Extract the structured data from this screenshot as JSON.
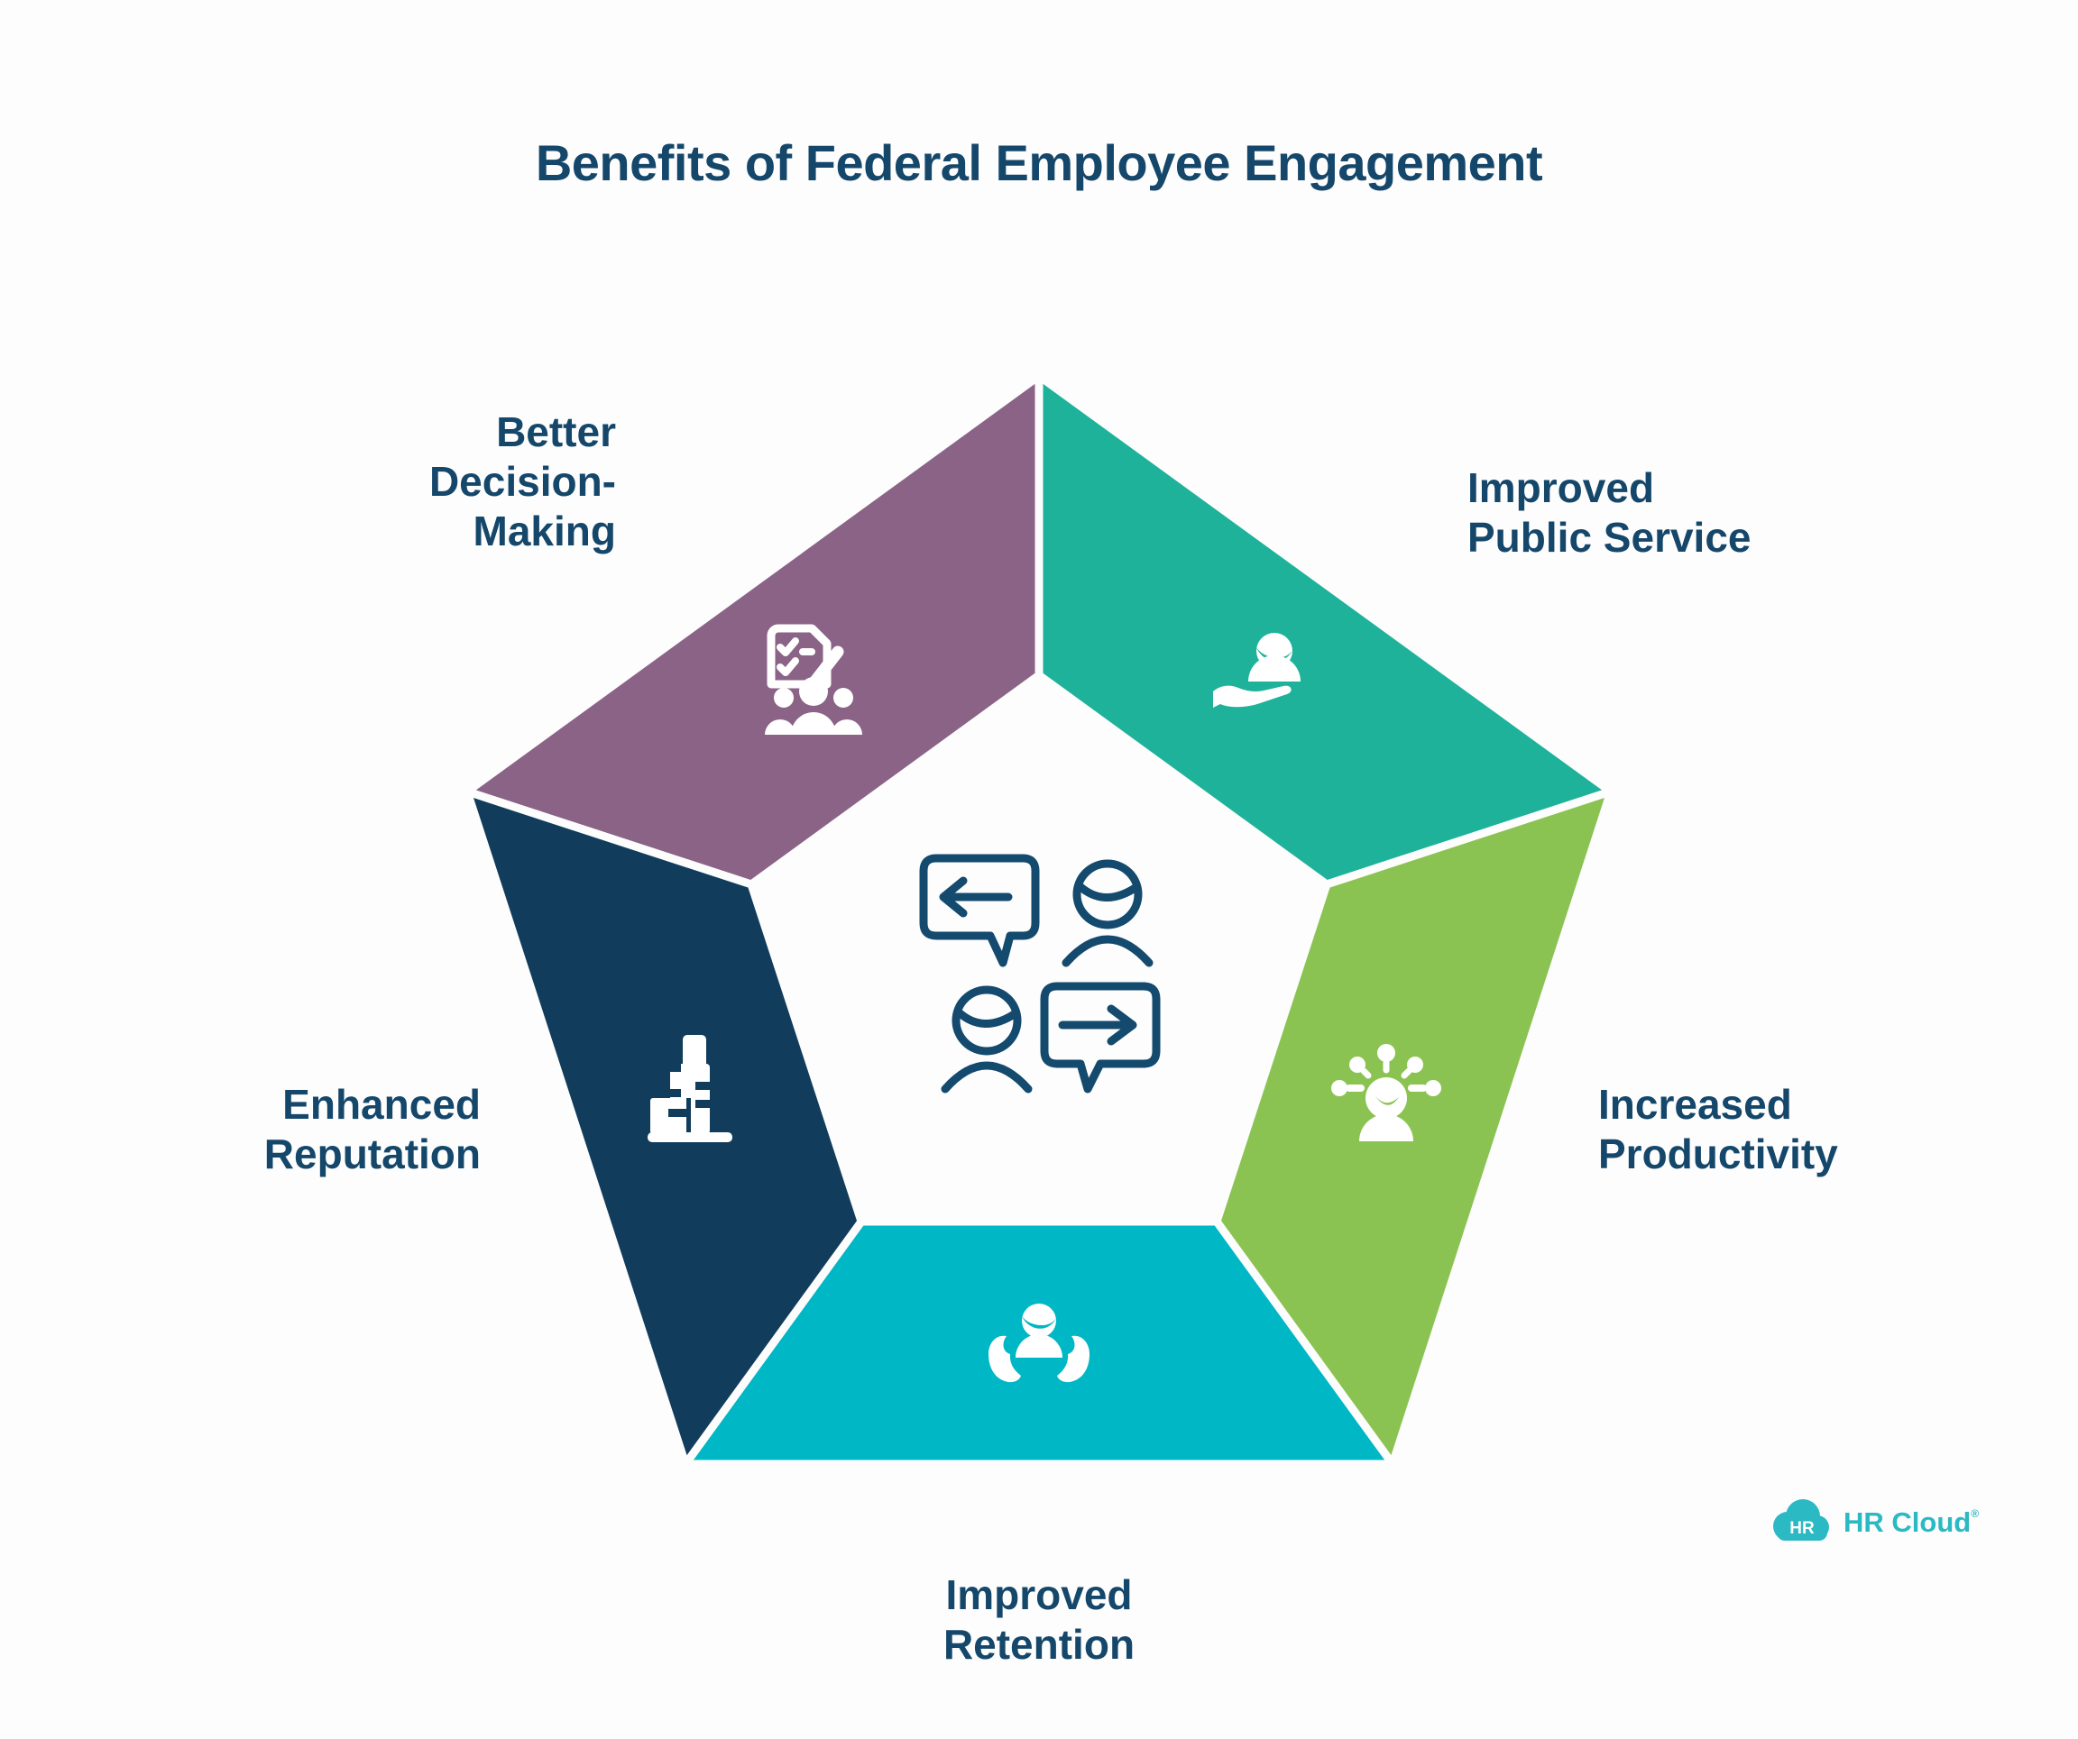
{
  "title": "Benefits of Federal Employee Engagement",
  "colors": {
    "background": "#fdfdfd",
    "text": "#15476b",
    "icon": "#ffffff",
    "center_icon_stroke": "#134a6e",
    "logo": "#2bb9c3",
    "logo_badge_text": "#ffffff"
  },
  "segments": [
    {
      "name": "better-decision-making",
      "lines": [
        "Better",
        "Decision-",
        "Making"
      ],
      "color": "#8a6386",
      "icon": "checklist-people-icon"
    },
    {
      "name": "improved-public-service",
      "lines": [
        "Improved",
        "Public Service"
      ],
      "color": "#1eb29a",
      "icon": "hand-person-icon"
    },
    {
      "name": "increased-productivity",
      "lines": [
        "Increased",
        "Productivity"
      ],
      "color": "#8bc353",
      "icon": "idea-person-icon"
    },
    {
      "name": "improved-retention",
      "lines": [
        "Improved",
        "Retention"
      ],
      "color": "#00b7c5",
      "icon": "hands-person-icon"
    },
    {
      "name": "enhanced-reputation",
      "lines": [
        "Enhanced",
        "Reputation"
      ],
      "color": "#113c5c",
      "icon": "building-icon"
    }
  ],
  "center_icon": "conversation-icon",
  "logo": {
    "badge": "HR",
    "text": "HR Cloud",
    "trademark": "®"
  }
}
